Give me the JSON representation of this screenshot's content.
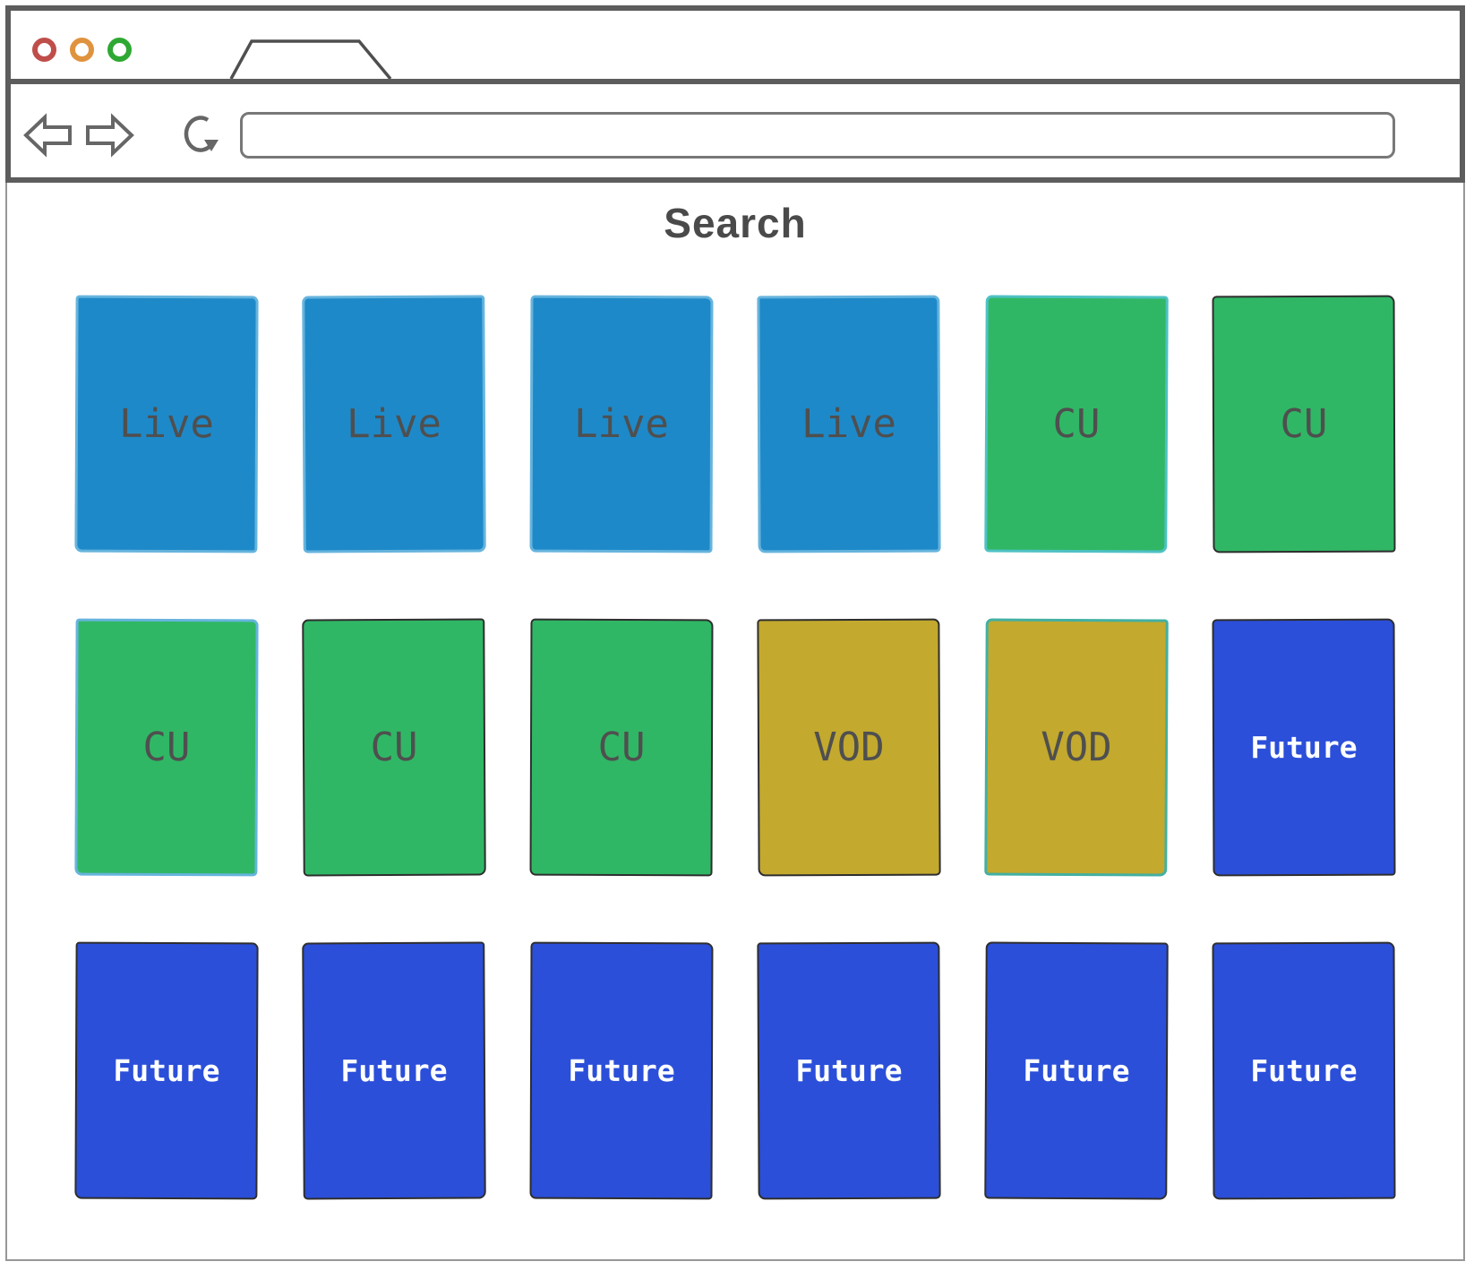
{
  "browser": {
    "window_controls": [
      {
        "name": "close",
        "color": "#bf4e4b"
      },
      {
        "name": "minimize",
        "color": "#e0933e"
      },
      {
        "name": "maximize",
        "color": "#2fa833"
      }
    ],
    "tab": {
      "label": ""
    },
    "nav": {
      "back_label": "back",
      "forward_label": "forward",
      "reload_label": "reload",
      "url_value": "",
      "url_placeholder": ""
    }
  },
  "page": {
    "title": "Search",
    "card_colors": {
      "live": {
        "bg": "#1e89c8",
        "text": "#4f4f4f"
      },
      "cu": {
        "bg": "#30b765",
        "text": "#4f4f4f"
      },
      "vod": {
        "bg": "#c3a92e",
        "text": "#4f4f4f"
      },
      "future": {
        "bg": "#2b4fd9",
        "text": "#ffffff"
      }
    },
    "edge_colors": {
      "soft-blue": "#66b4dd",
      "soft-teal": "#4fc1c4",
      "teal": "#43b0a2",
      "dark": "#2e2e2e"
    },
    "cards": [
      {
        "label": "Live",
        "type": "live",
        "edge": "soft-blue"
      },
      {
        "label": "Live",
        "type": "live",
        "edge": "soft-blue"
      },
      {
        "label": "Live",
        "type": "live",
        "edge": "soft-blue"
      },
      {
        "label": "Live",
        "type": "live",
        "edge": "soft-blue"
      },
      {
        "label": "CU",
        "type": "cu",
        "edge": "soft-teal"
      },
      {
        "label": "CU",
        "type": "cu",
        "edge": "dark"
      },
      {
        "label": "CU",
        "type": "cu",
        "edge": "soft-blue"
      },
      {
        "label": "CU",
        "type": "cu",
        "edge": "dark"
      },
      {
        "label": "CU",
        "type": "cu",
        "edge": "dark"
      },
      {
        "label": "VOD",
        "type": "vod",
        "edge": "dark"
      },
      {
        "label": "VOD",
        "type": "vod",
        "edge": "teal"
      },
      {
        "label": "Future",
        "type": "future",
        "edge": "dark"
      },
      {
        "label": "Future",
        "type": "future",
        "edge": "dark"
      },
      {
        "label": "Future",
        "type": "future",
        "edge": "dark"
      },
      {
        "label": "Future",
        "type": "future",
        "edge": "dark"
      },
      {
        "label": "Future",
        "type": "future",
        "edge": "dark"
      },
      {
        "label": "Future",
        "type": "future",
        "edge": "dark"
      },
      {
        "label": "Future",
        "type": "future",
        "edge": "dark"
      }
    ]
  }
}
